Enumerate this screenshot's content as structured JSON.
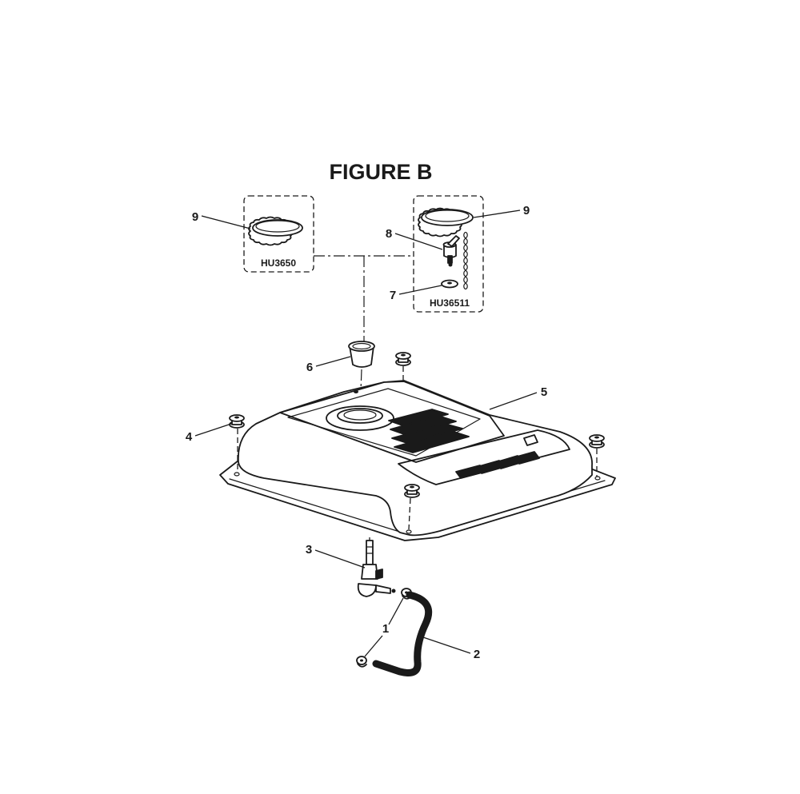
{
  "figure": {
    "title": "FIGURE B"
  },
  "kits": [
    {
      "id": "kit-left",
      "label": "HU3650"
    },
    {
      "id": "kit-right",
      "label": "HU36511"
    }
  ],
  "callouts": [
    {
      "id": "c9a",
      "number": "9",
      "part": "fuel cap"
    },
    {
      "id": "c9b",
      "number": "9",
      "part": "fuel cap"
    },
    {
      "id": "c8",
      "number": "8",
      "part": "vent valve"
    },
    {
      "id": "c7",
      "number": "7",
      "part": "washer"
    },
    {
      "id": "c6",
      "number": "6",
      "part": "fuel strainer"
    },
    {
      "id": "c5",
      "number": "5",
      "part": "fuel tank"
    },
    {
      "id": "c4",
      "number": "4",
      "part": "grommet"
    },
    {
      "id": "c3",
      "number": "3",
      "part": "fuel valve"
    },
    {
      "id": "c2",
      "number": "2",
      "part": "fuel line"
    },
    {
      "id": "c1",
      "number": "1",
      "part": "hose clamp"
    }
  ]
}
